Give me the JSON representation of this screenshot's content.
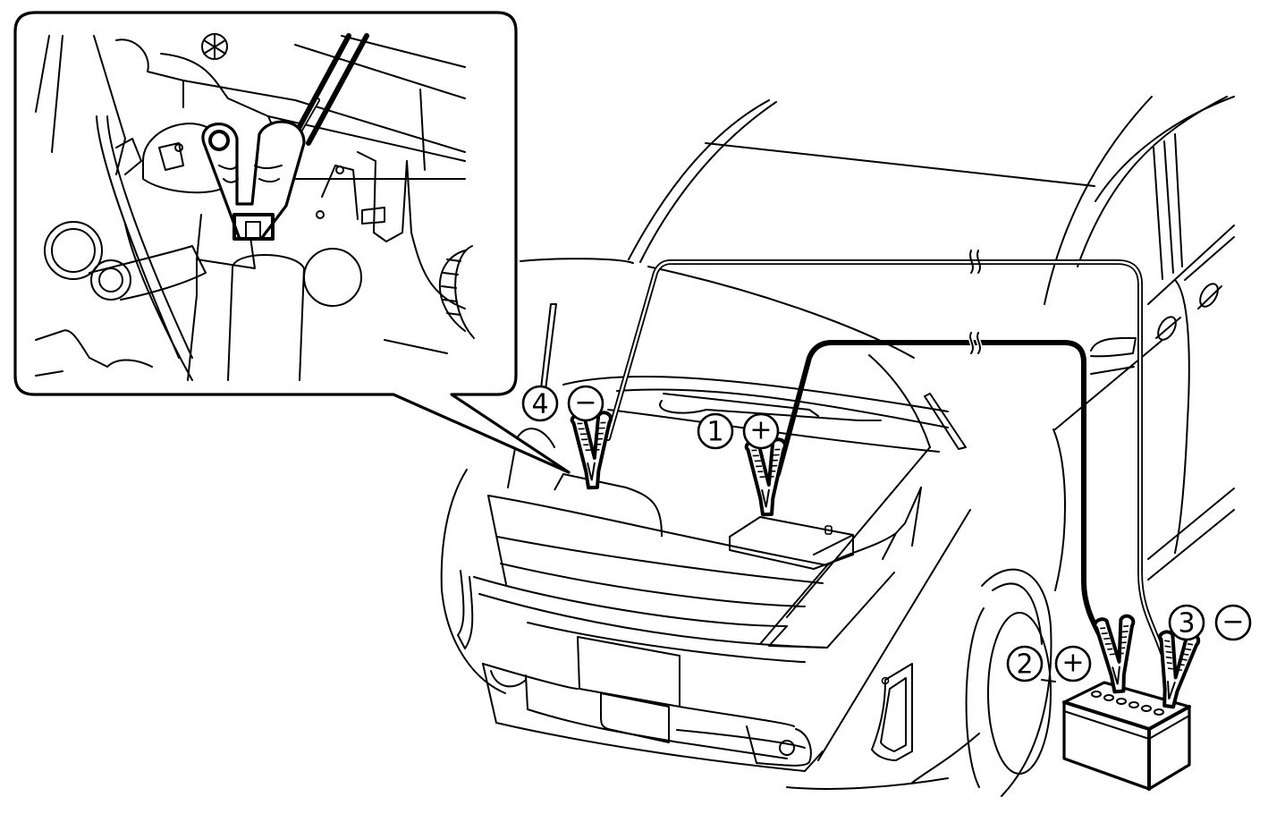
{
  "diagram": {
    "subject": "jump-starting",
    "inset": {
      "callout_target": "negative-clamp-ground-point"
    },
    "steps": [
      {
        "number": "1",
        "polarity": "+",
        "polarity_name": "positive",
        "where": "discharged-battery"
      },
      {
        "number": "2",
        "polarity": "+",
        "polarity_name": "positive",
        "where": "booster-battery"
      },
      {
        "number": "3",
        "polarity": "−",
        "polarity_name": "negative",
        "where": "booster-battery"
      },
      {
        "number": "4",
        "polarity": "−",
        "polarity_name": "negative",
        "where": "engine-ground"
      }
    ],
    "cables": [
      {
        "name": "positive-cable",
        "color": "#000000",
        "style": "solid-black"
      },
      {
        "name": "negative-cable",
        "color": "#ffffff",
        "style": "outlined-white"
      }
    ],
    "colors": {
      "line": "#000000",
      "background": "#ffffff"
    }
  }
}
